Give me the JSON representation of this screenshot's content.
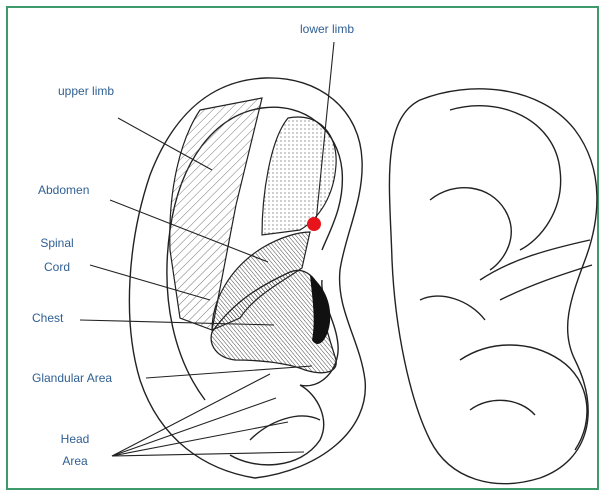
{
  "labels": {
    "lower_limb": "lower limb",
    "upper_limb": "upper limb",
    "abdomen": "Abdomen",
    "spinal_cord_line1": "Spinal",
    "spinal_cord_line2": "Cord",
    "chest": "Chest",
    "glandular_area": "Glandular Area",
    "head_area_line1": "Head",
    "head_area_line2": "Area"
  },
  "colors": {
    "border": "#3e9a6a",
    "label_text": "#2f5f92",
    "line": "#222222",
    "marker": "#e8141b"
  }
}
